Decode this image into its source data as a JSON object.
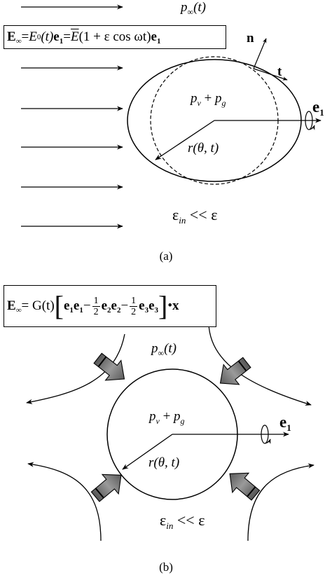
{
  "panel_a": {
    "caption": "(a)",
    "p_inf_symbol": "p",
    "p_inf_sub": "∞",
    "p_inf_arg": "(t)",
    "equation": {
      "lhs_E": "E",
      "lhs_sub": "∞",
      "eq1": " = ",
      "E0": "E",
      "E0_sub": "0",
      "E0_arg": "(t)",
      "e1": "e",
      "e1_sub": "1",
      "eq2": " = ",
      "Ebar": "E",
      "rest": "(1 + ε cos ωt)",
      "e1b": "e",
      "e1b_sub": "1"
    },
    "pressure_p": "p",
    "pressure_v": "v",
    "pressure_plus": " + ",
    "pressure_g_p": "p",
    "pressure_g": "g",
    "n_label": "n",
    "t_label": "t",
    "e1_label": "e",
    "e1_sub": "1",
    "radius_label": "r(θ, t)",
    "eps_label": "ε",
    "eps_sub": "in",
    "eps_rest": " << ε"
  },
  "panel_b": {
    "caption": "(b)",
    "p_inf_symbol": "p",
    "p_inf_sub": "∞",
    "p_inf_arg": "(t)",
    "equation": {
      "lhs_E": "E",
      "lhs_sub": "∞",
      "eq": " = G(t)",
      "t1a": "e",
      "t1a_sub": "1",
      "t1b": "e",
      "t1b_sub": "1",
      "minus1": " − ",
      "half_num": "1",
      "half_den": "2",
      "t2a": "e",
      "t2a_sub": "2",
      "t2b": "e",
      "t2b_sub": "2",
      "minus2": " − ",
      "t3a": "e",
      "t3a_sub": "3",
      "t3b": "e",
      "t3b_sub": "3",
      "dot": " • ",
      "x": "x"
    },
    "pressure_p": "p",
    "pressure_v": "v",
    "pressure_plus": " + ",
    "pressure_g_p": "p",
    "pressure_g": "g",
    "e1_label": "e",
    "e1_sub": "1",
    "radius_label": "r(θ, t)",
    "eps_label": "ε",
    "eps_sub": "in",
    "eps_rest": " << ε"
  }
}
